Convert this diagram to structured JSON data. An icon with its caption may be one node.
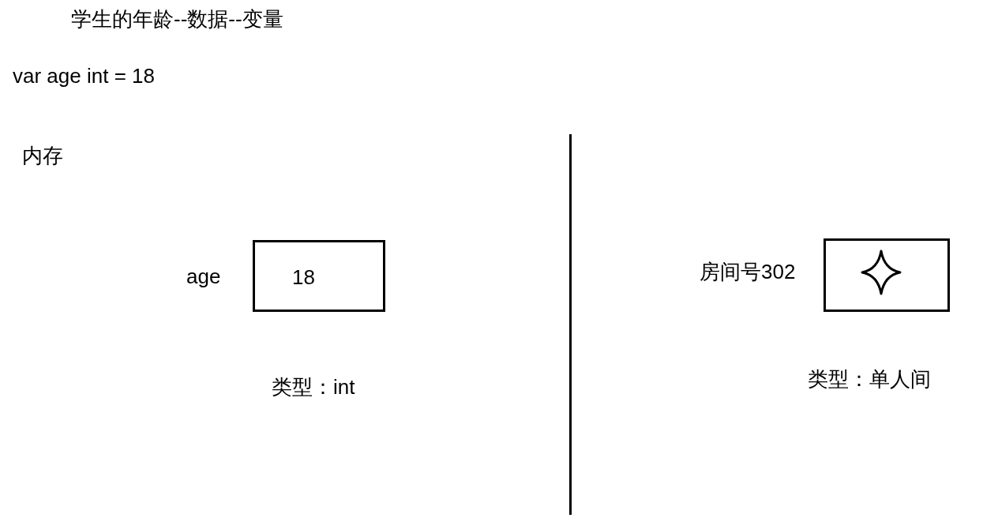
{
  "diagram": {
    "title": "学生的年龄--数据--变量",
    "nodes": [
      {
        "text": [
          "18"
        ],
        "beside": [
          "age",
          "类型：int"
        ]
      },
      {
        "text": [],
        "shape": "box",
        "beside": [
          "房间号302",
          "类型：单人间"
        ]
      }
    ],
    "labels": [
      "var age int = 18",
      "内存"
    ]
  }
}
